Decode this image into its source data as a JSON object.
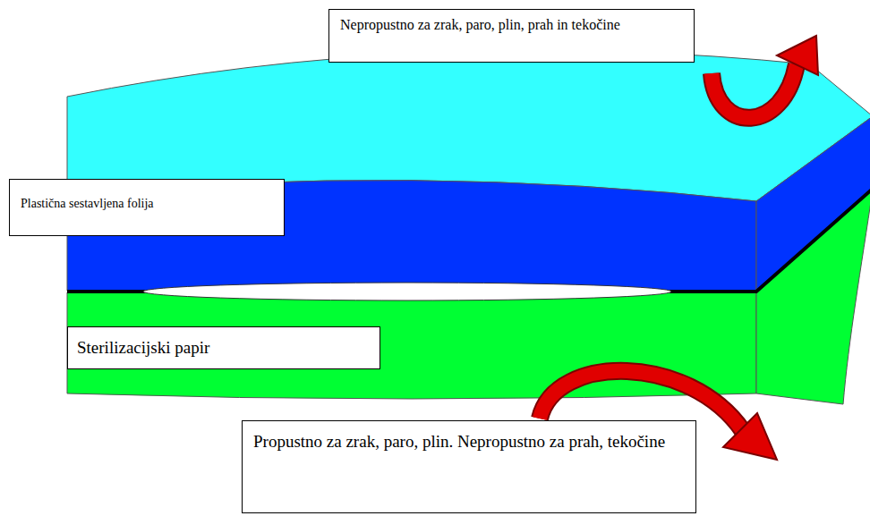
{
  "diagram": {
    "nodes": [
      {
        "text": [
          "Nepropustno za zrak, paro, plin, prah in tekočine"
        ]
      },
      {
        "text": [
          "Plastična sestavljena folija"
        ]
      },
      {
        "text": [
          "Sterilizacijski papir"
        ]
      },
      {
        "text": [
          "Propustno za zrak, paro, plin. Nepropustno za prah, tekočine"
        ]
      }
    ]
  }
}
